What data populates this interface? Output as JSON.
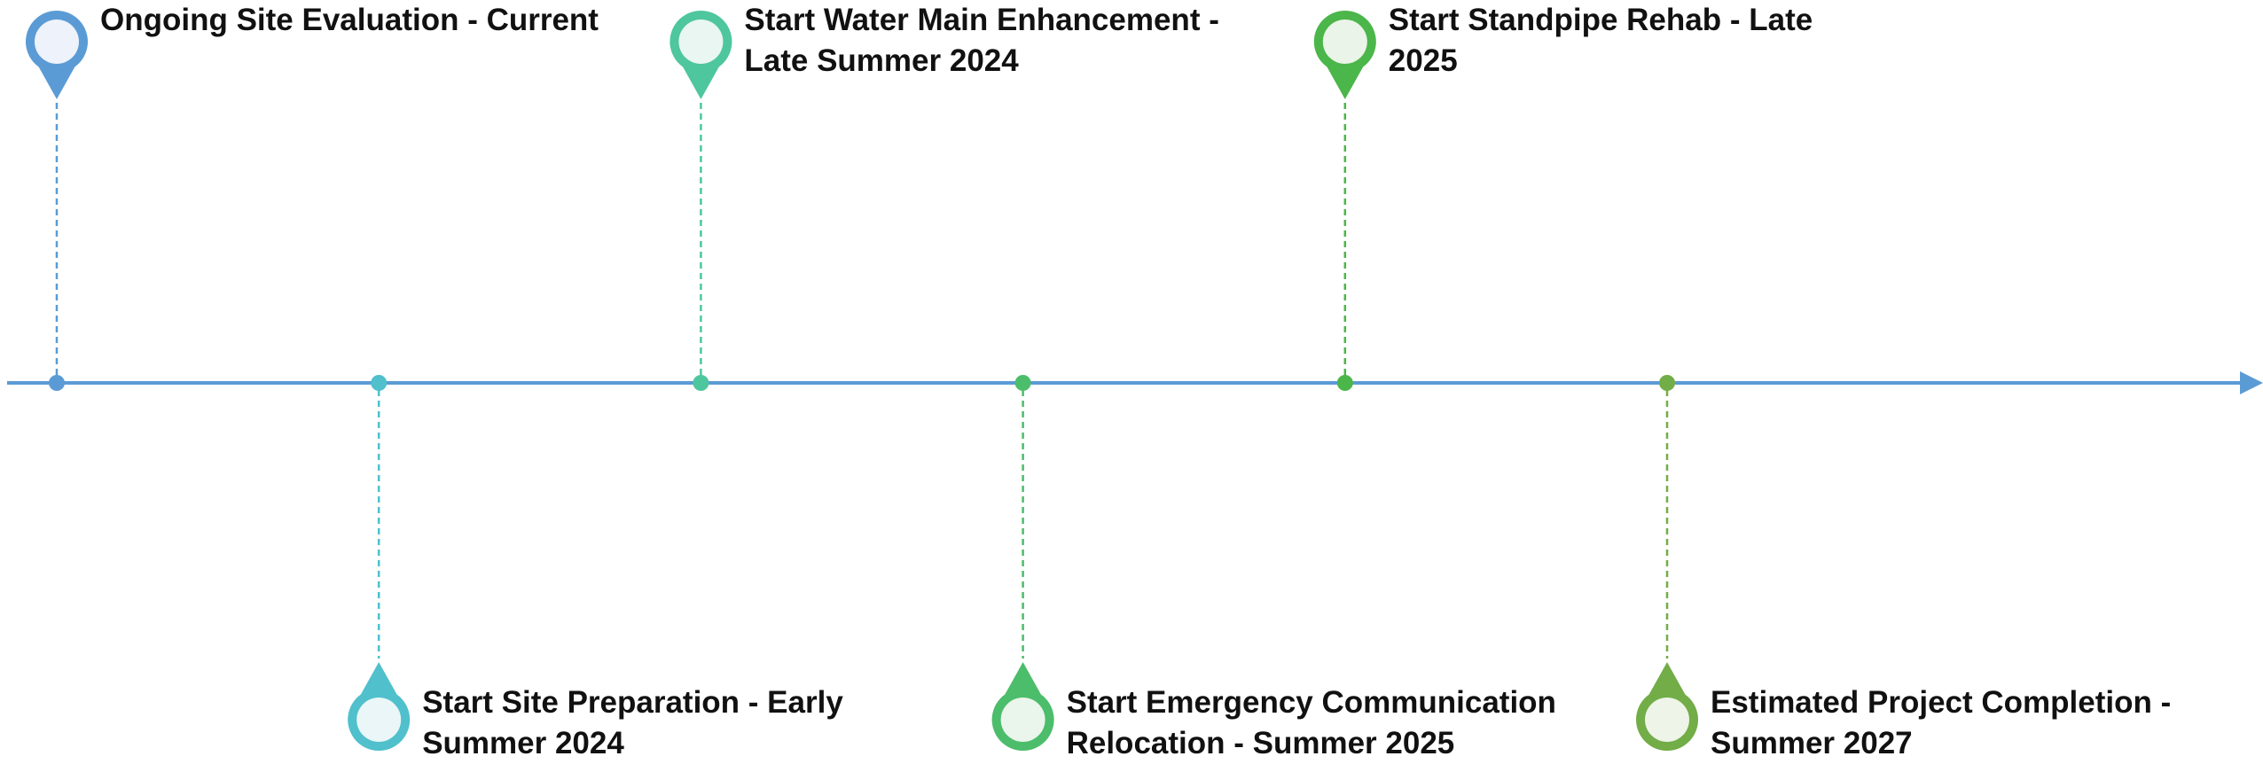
{
  "timeline": {
    "axis_color": "#5b9bd5",
    "milestones": [
      {
        "label_lines": [
          "Ongoing Site Evaluation - Current"
        ],
        "color": "#5b9bd5",
        "fill": "#eef2fb",
        "position": "above"
      },
      {
        "label_lines": [
          "Start Site Preparation - Early",
          "Summer 2024"
        ],
        "color": "#4fc0cc",
        "fill": "#eaf6f7",
        "position": "below"
      },
      {
        "label_lines": [
          "Start Water Main Enhancement -",
          "Late Summer 2024"
        ],
        "color": "#4ec69e",
        "fill": "#eaf6f1",
        "position": "above"
      },
      {
        "label_lines": [
          "Start Emergency Communication",
          "Relocation - Summer 2025"
        ],
        "color": "#4cbd6b",
        "fill": "#eaf5ec",
        "position": "below"
      },
      {
        "label_lines": [
          "Start Standpipe Rehab - Late",
          "2025"
        ],
        "color": "#4bb64a",
        "fill": "#ebf4e9",
        "position": "above"
      },
      {
        "label_lines": [
          "Estimated Project Completion -",
          "Summer 2027"
        ],
        "color": "#72ad47",
        "fill": "#eef4e8",
        "position": "below"
      }
    ]
  }
}
